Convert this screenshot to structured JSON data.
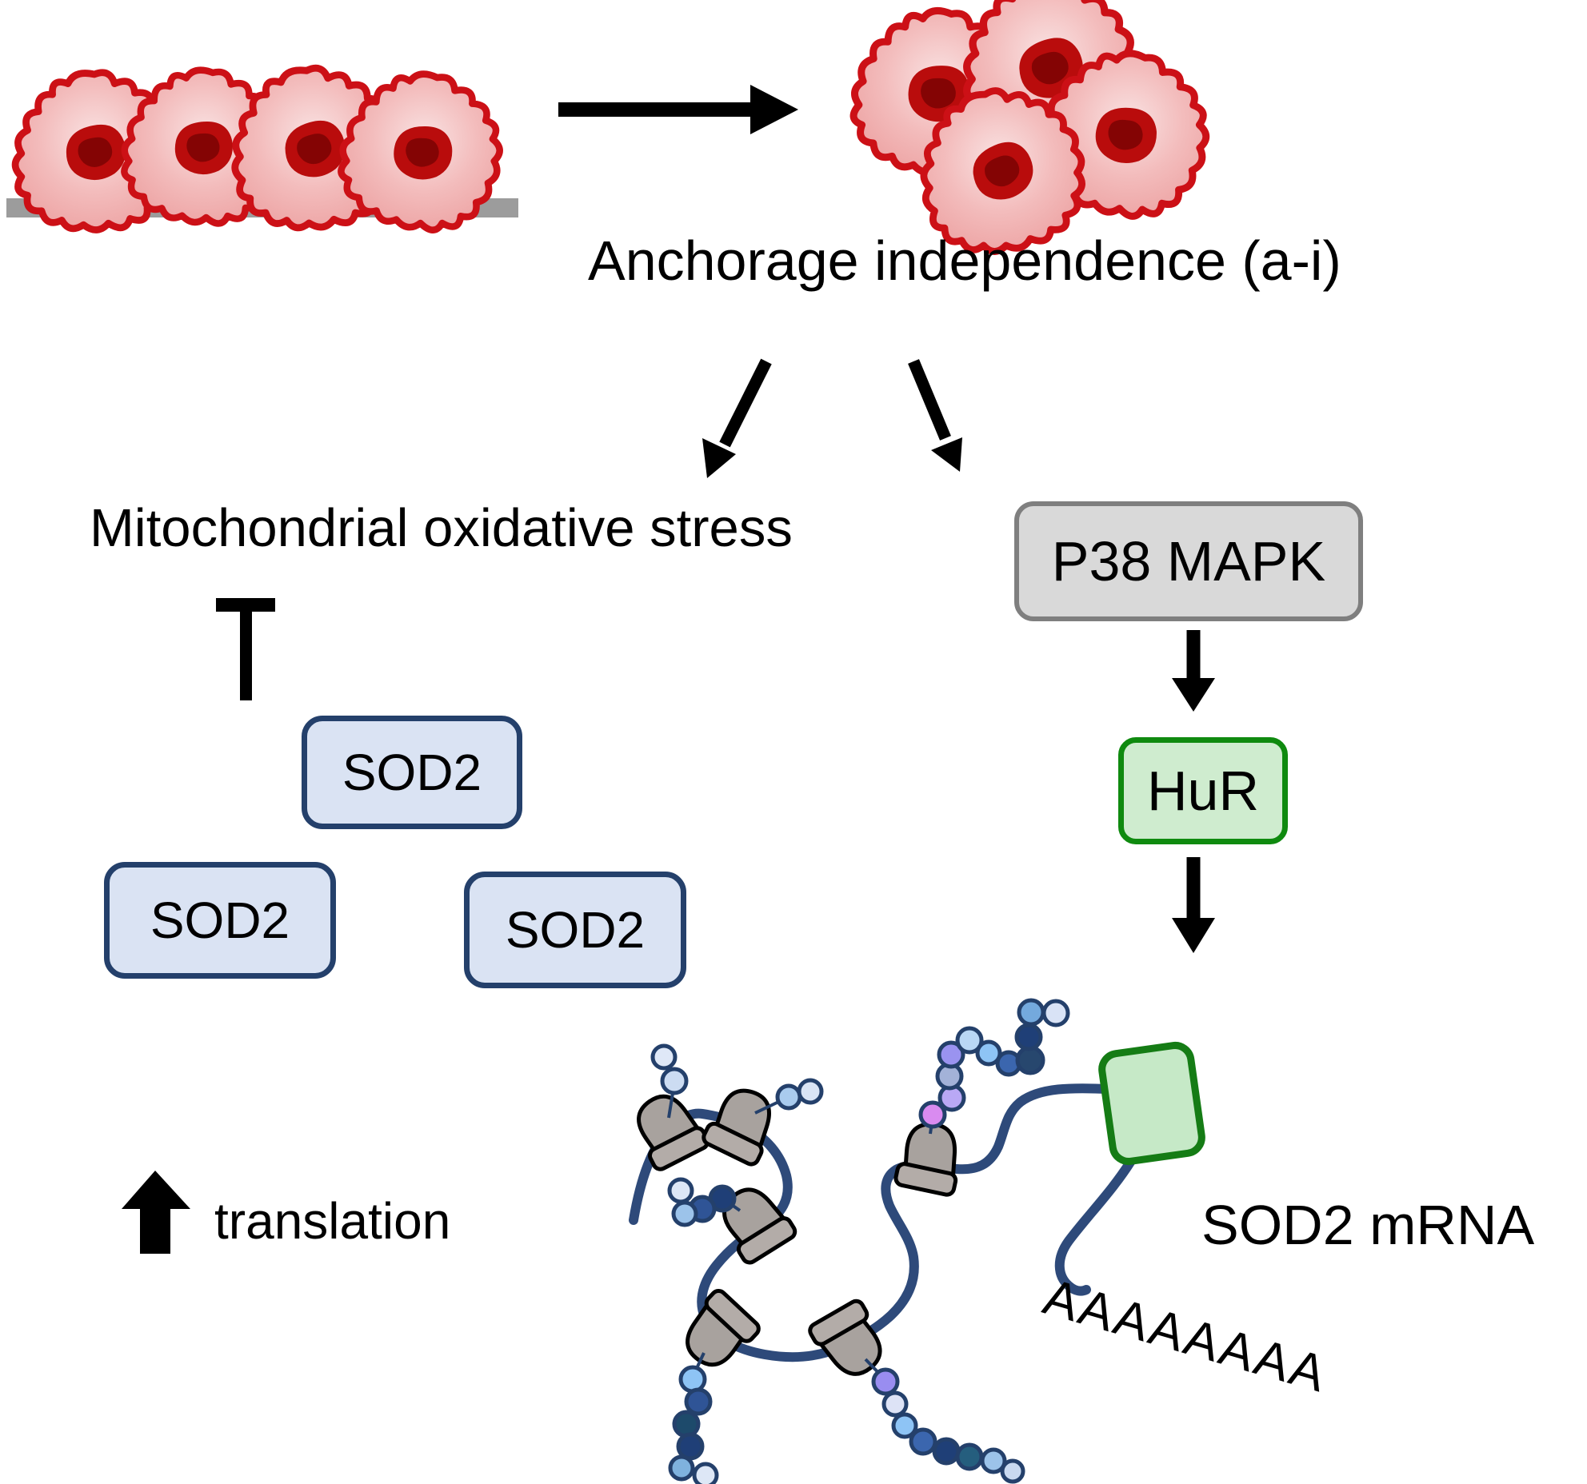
{
  "diagram": {
    "title_context": "SOD2 / HuR anchorage-independence signaling diagram",
    "anchorage_label": "Anchorage independence (a-i)",
    "mito_label": "Mitochondrial oxidative stress",
    "p38_label": "P38 MAPK",
    "hur_label": "HuR",
    "sod2_boxes": [
      "SOD2",
      "SOD2",
      "SOD2"
    ],
    "translation_label": "translation",
    "mrna_label": "SOD2 mRNA",
    "polya_label": "AAAAAAAA"
  },
  "colors": {
    "cell_outline": "#cc1016",
    "cell_fill": "#f3bcbc",
    "nucleus": "#b90c0c",
    "nucleus_inner": "#840404",
    "substrate_bar": "#9c9c9c",
    "sod2_box_fill": "#dae3f3",
    "sod2_box_border": "#24406b",
    "p38_box_fill": "#d9d9d9",
    "p38_box_border": "#7f7f7f",
    "hur_box_fill": "#cfeccf",
    "hur_box_border": "#0f8a0f",
    "mrna_strand": "#2e4a7a",
    "ribosome_fill": "#a8a29e",
    "hur_on_mrna_fill": "#c6e9c7",
    "hur_on_mrna_border": "#157c15",
    "arrow": "#000000"
  },
  "icons": {
    "attached_cells": "adherent-cells-on-substrate",
    "detached_cells": "floating-cell-cluster",
    "right_arrow": "arrow-right-icon",
    "branch_arrows": "diagonal-arrow-icons",
    "inhibition": "t-bar-inhibition-icon",
    "down_arrows": "arrow-down-icon",
    "up_arrow": "arrow-up-icon",
    "ribosome": "ribosome-icon",
    "polypeptide": "polypeptide-bead-chain",
    "mrna": "mrna-strand",
    "hur_bound": "hur-protein-on-mrna"
  }
}
